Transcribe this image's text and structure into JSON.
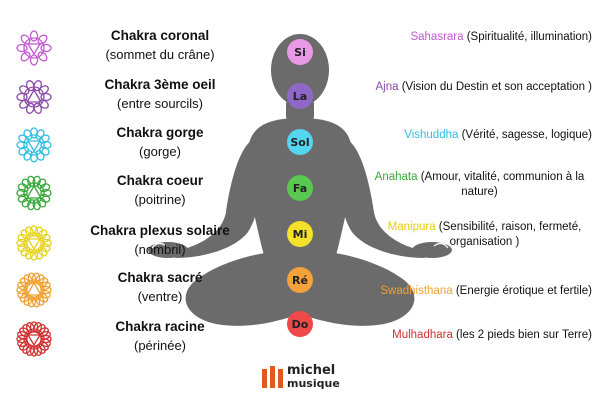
{
  "chakras": [
    {
      "title": "Chakra coronal",
      "subtitle": "(sommet du crâne)",
      "color": "#c05ad0",
      "note_name": "Sahasrara",
      "note_desc": " (Spiritualité, illumination)",
      "note_cont": "",
      "syllable": "Si",
      "dot_color": "#e99ae6"
    },
    {
      "title": "Chakra 3ème oeil",
      "subtitle": "(entre sourcils)",
      "color": "#8a4aa6",
      "note_name": "Ajna",
      "note_desc": " (Vision du Destin et son acceptation )",
      "note_cont": "",
      "syllable": "La",
      "dot_color": "#8f67c8"
    },
    {
      "title": "Chakra gorge",
      "subtitle": "(gorge)",
      "color": "#30c0e0",
      "note_name": "Vishuddha",
      "note_desc": " (Vérité, sagesse, logique)",
      "note_cont": "",
      "syllable": "Sol",
      "dot_color": "#55d6f0"
    },
    {
      "title": "Chakra coeur",
      "subtitle": "(poitrine)",
      "color": "#3aa83a",
      "note_name": "Anahata",
      "note_desc": " (Amour, vitalité, communion à la",
      "note_cont": "nature)",
      "syllable": "Fa",
      "dot_color": "#58c850"
    },
    {
      "title": "Chakra plexus solaire",
      "subtitle": "(nombril)",
      "color": "#e6d21a",
      "note_name": "Manipura",
      "note_desc": " (Sensibilité, raison, fermeté,",
      "note_cont": "organisation )",
      "syllable": "Mi",
      "dot_color": "#f3e12a"
    },
    {
      "title": "Chakra sacré",
      "subtitle": "(ventre)",
      "color": "#f0a030",
      "note_name": "Swadhisthana",
      "note_desc": " (Energie érotique et fertile)",
      "note_cont": "",
      "syllable": "Ré",
      "dot_color": "#f5a23a"
    },
    {
      "title": "Chakra racine",
      "subtitle": "(périnée)",
      "color": "#d23030",
      "note_name": "Mulhadhara",
      "note_desc": " (les 2 pieds bien sur Terre)",
      "note_cont": "",
      "syllable": "Do",
      "dot_color": "#ee4848"
    }
  ],
  "logo": {
    "line1": "michel",
    "line2": "musique",
    "color": "#e05a20"
  }
}
